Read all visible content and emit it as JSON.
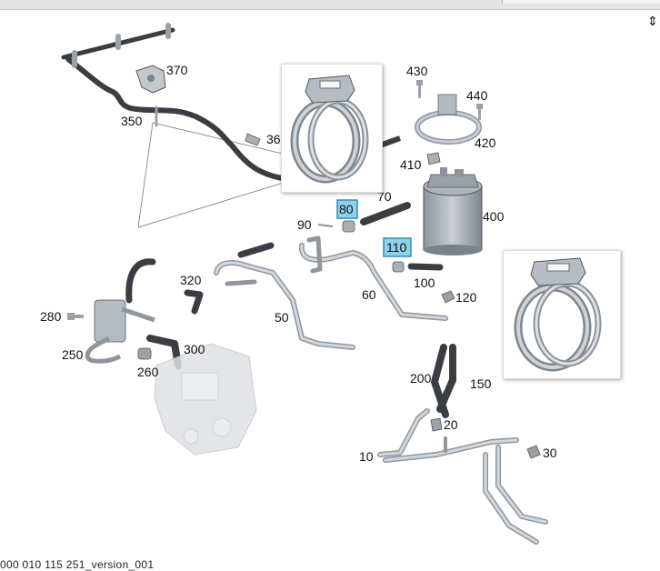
{
  "document_id": "000 010 115 251_version_001",
  "callouts": {
    "c10": "10",
    "c20": "20",
    "c30": "30",
    "c50": "50",
    "c60": "60",
    "c70": "70",
    "c80": "80",
    "c90": "90",
    "c100": "100",
    "c110": "110",
    "c120": "120",
    "c150": "150",
    "c200": "200",
    "c250": "250",
    "c260": "260",
    "c280": "280",
    "c300": "300",
    "c320": "320",
    "c350": "350",
    "c36": "36",
    "c370": "370",
    "c400": "400",
    "c410": "410",
    "c420": "420",
    "c430": "430",
    "c440": "440"
  },
  "highlighted": [
    "80",
    "110"
  ],
  "colors": {
    "highlight_fill": "#8fd0ea",
    "hose": "#3a3d42",
    "metal": "#b9c0c8",
    "pump": "#dfe1e4"
  }
}
